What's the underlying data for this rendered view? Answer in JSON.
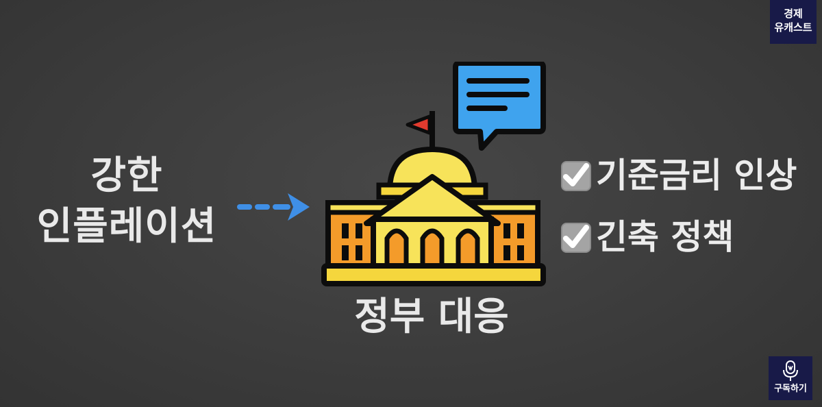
{
  "left_text": {
    "line1": "강한",
    "line2": "인플레이션"
  },
  "arrow": {
    "icon": "arrow-right-icon",
    "color": "#3f8fe6"
  },
  "center": {
    "icon": "government-building-icon",
    "caption": "정부 대응"
  },
  "right_list": {
    "items": [
      {
        "icon": "checkbox-checked-icon",
        "label": "기준금리 인상"
      },
      {
        "icon": "checkbox-checked-icon",
        "label": "긴축 정책"
      }
    ]
  },
  "channel_badge": {
    "line1": "경제",
    "line2": "유캐스트",
    "background": "#181a48"
  },
  "subscribe_badge": {
    "icon": "microphone-icon",
    "label": "구독하기",
    "background": "#181a48"
  }
}
